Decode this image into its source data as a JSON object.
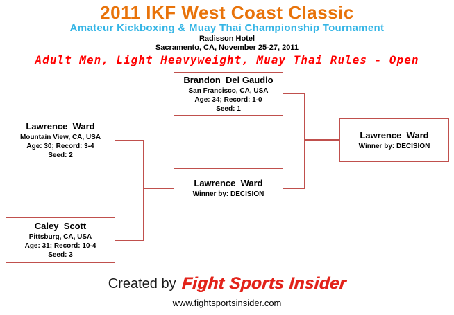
{
  "header": {
    "title": "2011 IKF West Coast Classic",
    "subtitle": "Amateur Kickboxing & Muay Thai Championship Tournament",
    "venue": "Radisson Hotel",
    "location_date": "Sacramento, CA, November 25-27, 2011",
    "division": "Adult Men, Light Heavyweight, Muay Thai Rules - Open"
  },
  "bracket": {
    "seed1": {
      "name": "Brandon  Del Gaudio",
      "location": "San Francisco, CA, USA",
      "details": "Age: 34; Record: 1-0",
      "seed": "Seed: 1"
    },
    "seed2": {
      "name": "Lawrence  Ward",
      "location": "Mountain View, CA, USA",
      "details": "Age: 30; Record: 3-4",
      "seed": "Seed: 2"
    },
    "seed3": {
      "name": "Caley  Scott",
      "location": "Pittsburg, CA, USA",
      "details": "Age: 31; Record: 10-4",
      "seed": "Seed: 3"
    },
    "semifinal_winner": {
      "name": "Lawrence  Ward",
      "result": "Winner by: DECISION"
    },
    "final_winner": {
      "name": "Lawrence  Ward",
      "result": "Winner by: DECISION"
    }
  },
  "footer": {
    "created_by": "Created by",
    "brand": "Fight Sports Insider",
    "website": "www.fightsportsinsider.com"
  },
  "colors": {
    "title_orange": "#E8730A",
    "subtitle_blue": "#35B5E5",
    "division_red": "#FF0000",
    "box_border": "#C0504D",
    "brand_red": "#E2231A"
  }
}
